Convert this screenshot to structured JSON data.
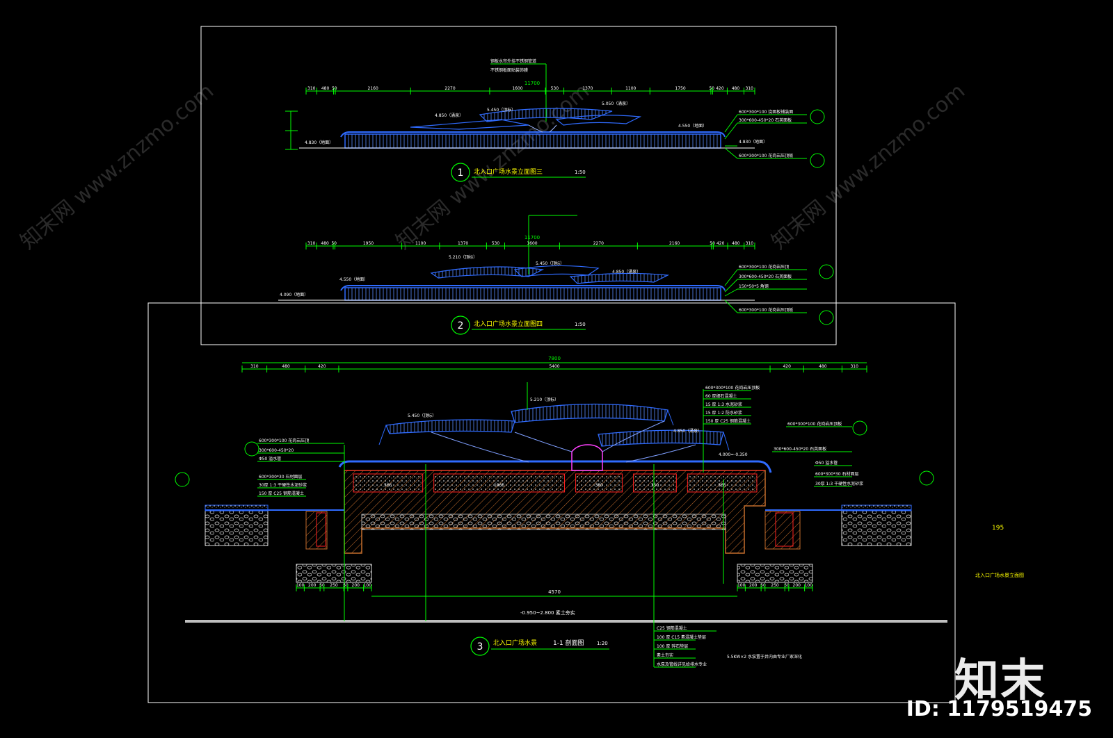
{
  "colors": {
    "background": "#000000",
    "frame": "#ffffff",
    "dimension": "#00ff00",
    "water": "#2f6bff",
    "leader": "#00ff00",
    "title": "#ffff00",
    "hatch": "#c46d2c",
    "gravel": "#d8d8d8",
    "red": "#ff2020",
    "magenta": "#ff40ff",
    "cyan": "#00ffff"
  },
  "drawing1": {
    "number": "1",
    "title": "北入口广场水景立面图三",
    "scale": "1:50",
    "total_dim": "11700",
    "dims": [
      "310",
      "480",
      "50",
      "2160",
      "2270",
      "1600",
      "530",
      "1370",
      "1100",
      "1750",
      "50",
      "420",
      "480",
      "310"
    ],
    "elev_left": "4.830（地面）",
    "elev_cap1": "4.850（涌泉）",
    "elev_top": "5.450（顶标）",
    "elev_cap2": "5.050（涌泉）",
    "elev_right": "4.550（地面）",
    "note_top1": "钢板水帘外挂不锈钢管道",
    "note_top2": "不锈钢板面贴装饰膜",
    "right_notes": [
      "600*300*100 烧面板铺装面",
      "300*600-450*20 石英面板",
      "4.830（地面）",
      "600*300*100 花岗岩压顶板"
    ]
  },
  "drawing2": {
    "number": "2",
    "title": "北入口广场水景立面图四",
    "scale": "1:50",
    "total_dim": "11700",
    "dims": [
      "310",
      "480",
      "50",
      "1950",
      "1100",
      "1370",
      "530",
      "1600",
      "2270",
      "2160",
      "50",
      "420",
      "480",
      "310"
    ],
    "elev_left": "4.550（地面）",
    "elev_left2": "4.090（地面）",
    "elev_cap1": "5.210（顶标）",
    "elev_cap2": "5.450（顶标）",
    "elev_right": "4.850（涌泉）",
    "right_notes": [
      "600*300*100 花岗岩压顶",
      "300*600-450*20 石英面板",
      "150*50*5 角钢",
      "600*300*100 花岗岩压顶板"
    ]
  },
  "drawing3": {
    "number": "3",
    "title": "北入口广场水景",
    "section": "1-1 剖面图",
    "scale": "1:20",
    "total_dim": "7800",
    "dims": [
      "310",
      "480",
      "420",
      "5400",
      "420",
      "480",
      "310"
    ],
    "bottom_dims_left": [
      "100",
      "200",
      "50",
      "250",
      "50",
      "200",
      "100"
    ],
    "bottom_dims_right": [
      "100",
      "200",
      "50",
      "250",
      "50",
      "200",
      "100"
    ],
    "bottom_center_dim": "4570",
    "elev_left": "5.450（顶标）",
    "elev_center": "5.210（顶标）",
    "elev_right": "4.850（涌泉）",
    "elev_water": "4.000=-0.350",
    "ground_label": "-0.950~2.800 素土夯实",
    "cells": [
      "565",
      "1065",
      "380",
      "350",
      "565"
    ],
    "layer_notes": [
      "600*300*100 花岗岩压顶板",
      "60 厚细石混凝土",
      "15 厚 1:3 水泥砂浆",
      "15 厚 1:2 防水砂浆",
      "150 厚 C25 钢筋混凝土"
    ],
    "bottom_notes": [
      "C25 钢筋混凝土",
      "100 厚 C15 素混凝土垫层",
      "100 厚 碎石垫层",
      "素土夯实",
      "水泵及管线详见给排水专业"
    ],
    "bottom_remark": "5.5KW×2 水泵置于井内由专业厂家深化",
    "left_notes": [
      "600*300*100 花岗岩压顶",
      "300*600-450*20",
      "Φ50 溢水管",
      "600*300*30 石材面层",
      "30厚 1:3 干硬性水泥砂浆",
      "150 厚 C25 钢筋混凝土"
    ],
    "right_notes": [
      "600*300*100 花岗岩压顶板",
      "300*600-450*20 石英面板",
      "Φ50 溢水管",
      "600*300*30 石材面层",
      "30厚 1:3 干硬性水泥砂浆"
    ]
  },
  "side_label": "195",
  "side_title": "北入口广场水景立面图",
  "watermarks": [
    "知末网 www.znzmo.com",
    "知末网 www.znzmo.com",
    "知末网 www.znzmo.com"
  ],
  "brand": "知末",
  "brand_id": "ID: 1179519475"
}
